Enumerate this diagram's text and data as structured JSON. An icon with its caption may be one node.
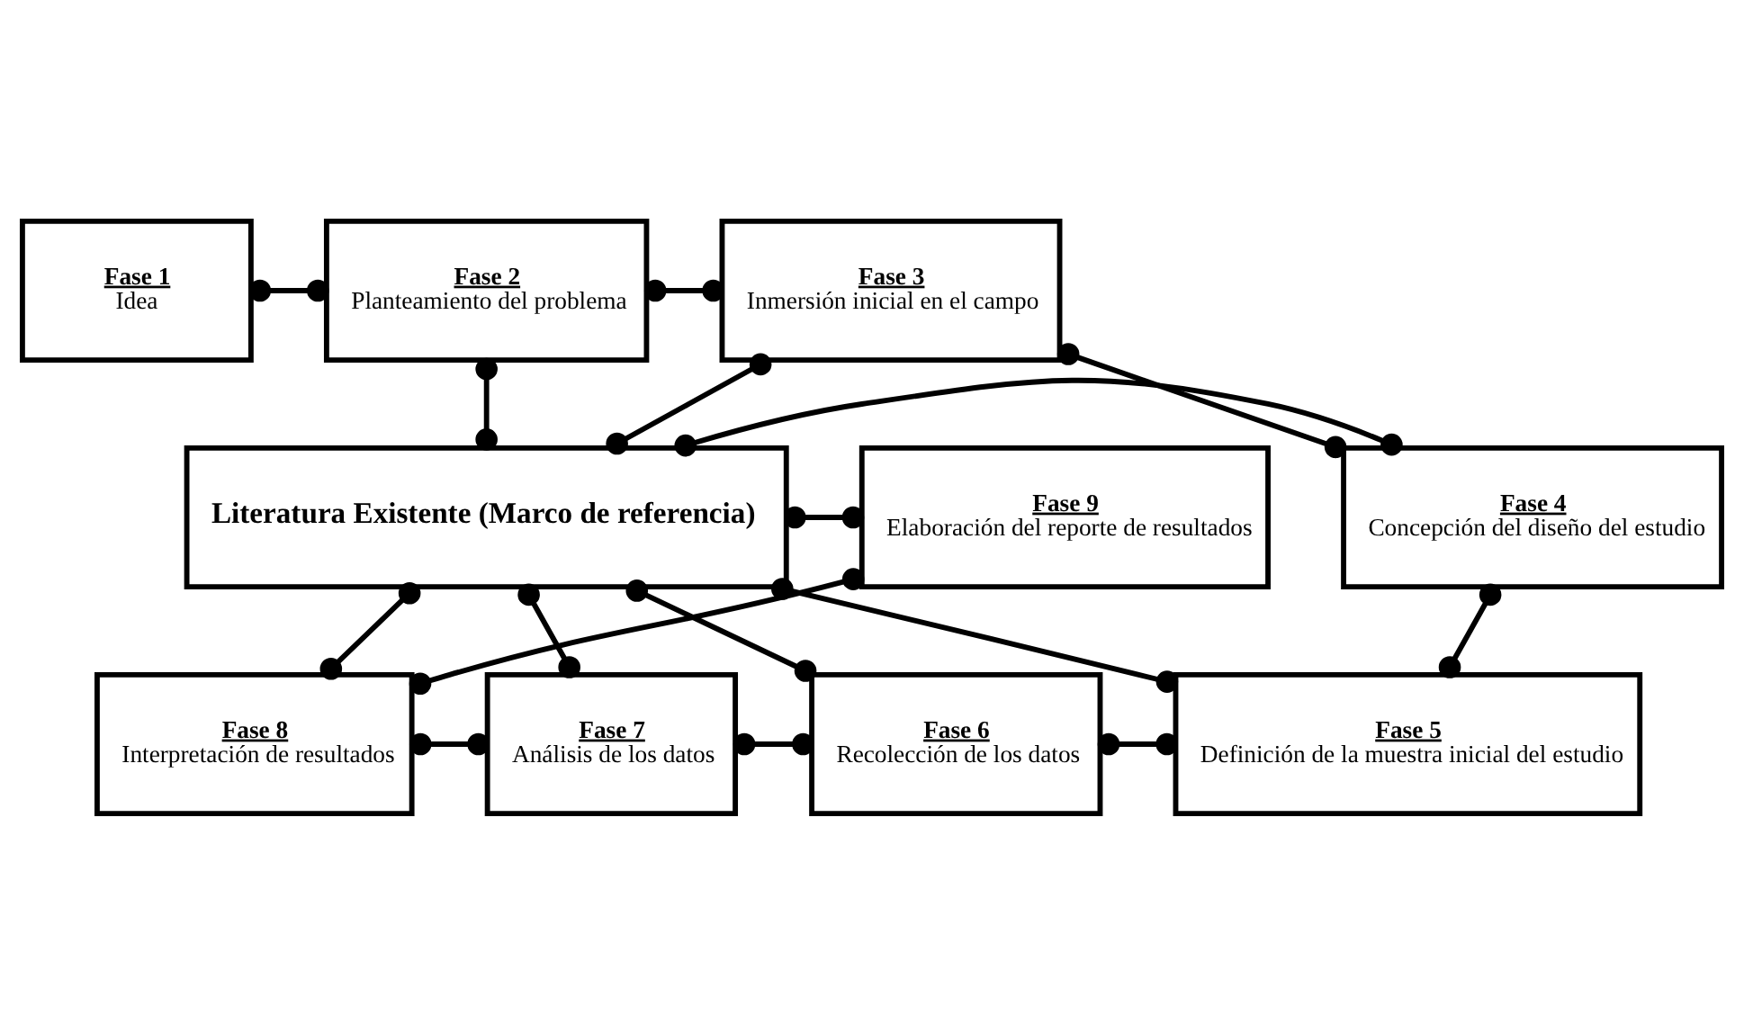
{
  "diagram": {
    "nodes": [
      {
        "text": [
          "Fase 1",
          "Idea"
        ]
      },
      {
        "text": [
          "Fase 2",
          "Planteamiento del problema"
        ]
      },
      {
        "text": [
          "Fase 3",
          "Inmersión inicial en el campo"
        ]
      },
      {
        "text": [
          "Fase 9",
          "Elaboración del reporte de resultados"
        ]
      },
      {
        "text": [
          "Literatura Existente (Marco de referencia)"
        ]
      },
      {
        "text": [
          "Fase 4",
          "Concepción del diseño del estudio"
        ]
      },
      {
        "text": [
          "Fase 8",
          "Interpretación de resultados"
        ]
      },
      {
        "text": [
          "Fase 6",
          "Recolección de los datos"
        ]
      },
      {
        "text": [
          "Fase 7",
          "Análisis de los datos"
        ]
      },
      {
        "text": [
          "Fase 5",
          "Definición de la muestra inicial del estudio"
        ]
      }
    ],
    "edges": [
      {
        "from": 0,
        "to": 1,
        "arrow": "other"
      },
      {
        "from": 1,
        "to": 2,
        "arrow": "other"
      },
      {
        "from": 4,
        "to": 1,
        "arrow": "other"
      },
      {
        "from": 4,
        "to": 2,
        "arrow": "other"
      },
      {
        "from": 2,
        "to": 5,
        "arrow": "other"
      },
      {
        "from": 4,
        "to": 3,
        "arrow": "other"
      },
      {
        "from": 4,
        "to": 5,
        "arrow": "other"
      },
      {
        "from": 3,
        "to": 6,
        "arrow": "other"
      },
      {
        "from": 4,
        "to": 6,
        "arrow": "other"
      },
      {
        "from": 4,
        "to": 8,
        "arrow": "other"
      },
      {
        "from": 4,
        "to": 7,
        "arrow": "other"
      },
      {
        "from": 4,
        "to": 9,
        "arrow": "other"
      },
      {
        "from": 5,
        "to": 9,
        "arrow": "other"
      },
      {
        "from": 6,
        "to": 8,
        "arrow": "other"
      },
      {
        "from": 8,
        "to": 7,
        "arrow": "other"
      },
      {
        "from": 7,
        "to": 9,
        "arrow": "other"
      }
    ]
  }
}
